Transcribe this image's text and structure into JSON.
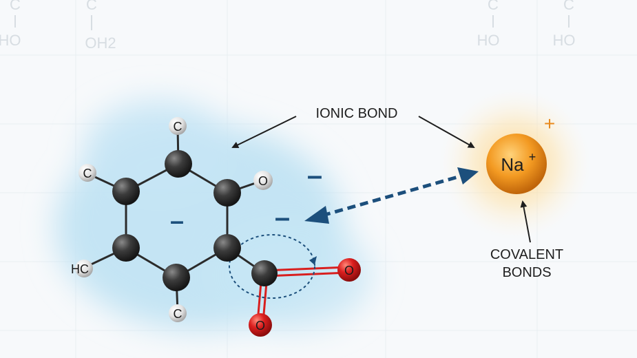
{
  "background_formulas": [
    {
      "top": "C",
      "bottom": "HO"
    },
    {
      "top": "C",
      "bottom": "OH2"
    },
    {
      "top": "C",
      "bottom": "HO"
    },
    {
      "top": "C",
      "bottom": "HO"
    }
  ],
  "labels": {
    "ionic_bond": "IONIC BOND",
    "covalent_line1": "COVALENT",
    "covalent_line2": "BONDS"
  },
  "ion": {
    "symbol": "Na",
    "superscript": "+",
    "charge": "+"
  },
  "charges": {
    "ring": "–",
    "right_upper": "–",
    "right_lower": "–"
  },
  "atoms": {
    "c_top": "C",
    "c_left": "C",
    "hc_left": "HC",
    "c_bottom": "C",
    "o_hydroxyl": "O",
    "o_carbonyl_right": "O",
    "o_carbonyl_bottom": "O"
  },
  "colors": {
    "carbon": "#3a3a3a",
    "oxygen": "#d81f1f",
    "hydrogen": "#e6e6e6",
    "sodium": "#f0961e",
    "arrow_blue": "#1c4f7c",
    "charge_orange": "#e8891c",
    "glow_blue": "#bfe2f3"
  }
}
